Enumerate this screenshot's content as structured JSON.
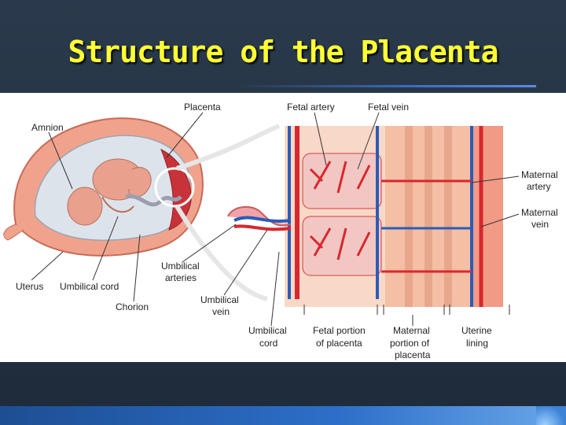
{
  "slide": {
    "title": "Structure of the Placenta"
  },
  "labels": {
    "amnion": "Amnion",
    "placenta": "Placenta",
    "fetal_artery": "Fetal artery",
    "fetal_vein": "Fetal vein",
    "maternal_artery_1": "Maternal",
    "maternal_artery_2": "artery",
    "maternal_vein_1": "Maternal",
    "maternal_vein_2": "vein",
    "uterus": "Uterus",
    "umbilical_cord": "Umbilical cord",
    "chorion": "Chorion",
    "umbilical_arteries_1": "Umbilical",
    "umbilical_arteries_2": "arteries",
    "umbilical_vein_1": "Umbilical",
    "umbilical_vein_2": "vein",
    "umbilical_cord2_1": "Umbilical",
    "umbilical_cord2_2": "cord",
    "fetal_portion_1": "Fetal portion",
    "fetal_portion_2": "of placenta",
    "maternal_portion_1": "Maternal",
    "maternal_portion_2": "portion of",
    "maternal_portion_3": "placenta",
    "uterine_lining_1": "Uterine",
    "uterine_lining_2": "lining"
  },
  "colors": {
    "title": "#ffff33",
    "artery_red": "#d9272e",
    "vein_blue": "#2a5cb8",
    "uterine_pink": "#f2a78c",
    "lining_peach": "#f6c3a8",
    "amnion_fill": "#dde3ea"
  }
}
